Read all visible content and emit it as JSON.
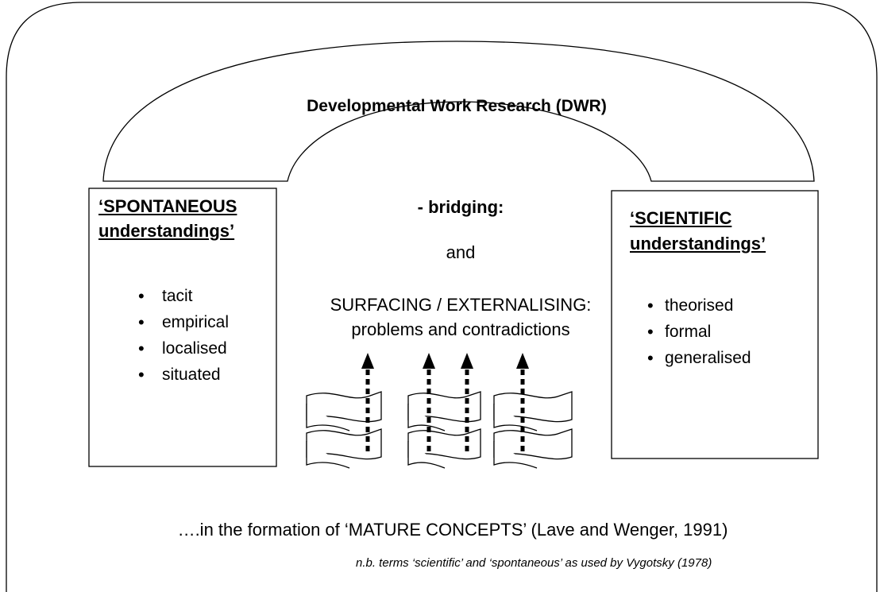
{
  "title": "Developmental Work Research (DWR)",
  "left_box": {
    "heading_line1": "‘SPONTANEOUS",
    "heading_line2": "understandings’",
    "items": [
      "tacit",
      "empirical",
      "localised",
      "situated"
    ]
  },
  "right_box": {
    "heading_line1": "‘SCIENTIFIC",
    "heading_line2": "understandings’",
    "items": [
      "theorised",
      "formal",
      "generalised"
    ]
  },
  "center": {
    "bridging": "- bridging:",
    "and": "and",
    "surfacing": "SURFACING / EXTERNALISING:",
    "problems": "problems and contradictions"
  },
  "bottom_text": "….in the formation of ‘MATURE CONCEPTS’ (Lave and Wenger, 1991)",
  "footnote": "n.b. terms ‘scientific’ and ‘spontaneous’ as used by Vygotsky (1978)"
}
